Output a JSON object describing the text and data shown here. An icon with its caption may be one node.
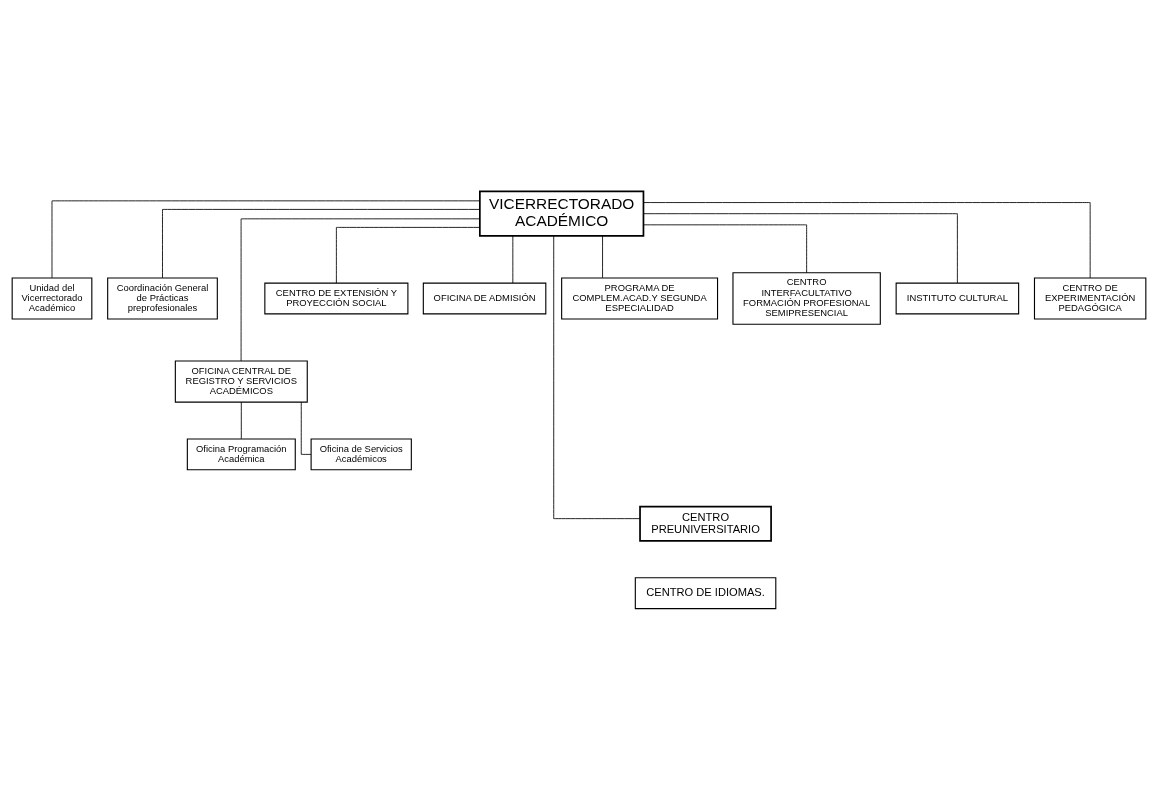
{
  "diagram": {
    "nodes": [
      {
        "text": [
          "VICERRECTORADO ACADÉMICO"
        ]
      },
      {
        "text": [
          "Unidad del Vicerrectorado Académico"
        ]
      },
      {
        "text": [
          "Coordinación General de Prácticas preprofesionales"
        ]
      },
      {
        "text": [
          "OFICINA CENTRAL DE REGISTRO Y SERVICIOS ACADÉMICOS"
        ]
      },
      {
        "text": [
          "CENTRO DE EXTENSIÓN Y PROYECCIÓN SOCIAL"
        ]
      },
      {
        "text": [
          "OFICINA DE ADMISIÓN"
        ]
      },
      {
        "text": [
          "PROGRAMA DE COMPLEM.ACAD.Y SEGUNDA ESPECIALIDAD"
        ]
      },
      {
        "text": [
          "CENTRO INTERFACULTATIVO FORMACIÓN PROFESIONAL SEMIPRESENCIAL"
        ]
      },
      {
        "text": [
          "INSTITUTO CULTURAL"
        ]
      },
      {
        "text": [
          "CENTRO DE EXPERIMENTACIÓN PEDAGÓGICA"
        ]
      },
      {
        "text": [
          "Oficina Programación Académica"
        ]
      },
      {
        "text": [
          "Oficina de Servicios Académicos"
        ]
      },
      {
        "text": [
          "CENTRO PREUNIVERSITARIO"
        ]
      },
      {
        "text": [
          "CENTRO DE IDIOMAS."
        ]
      }
    ],
    "edges": [
      {
        "from": 0,
        "to": 1,
        "arrow": "none"
      },
      {
        "from": 0,
        "to": 2,
        "arrow": "none"
      },
      {
        "from": 0,
        "to": 3,
        "arrow": "none"
      },
      {
        "from": 0,
        "to": 4,
        "arrow": "none"
      },
      {
        "from": 0,
        "to": 5,
        "arrow": "none"
      },
      {
        "from": 0,
        "to": 6,
        "arrow": "none"
      },
      {
        "from": 0,
        "to": 7,
        "arrow": "none"
      },
      {
        "from": 0,
        "to": 8,
        "arrow": "none"
      },
      {
        "from": 0,
        "to": 9,
        "arrow": "none"
      },
      {
        "from": 3,
        "to": 10,
        "arrow": "none"
      },
      {
        "from": 3,
        "to": 11,
        "arrow": "none"
      },
      {
        "from": 0,
        "to": 12,
        "arrow": "none"
      }
    ]
  }
}
